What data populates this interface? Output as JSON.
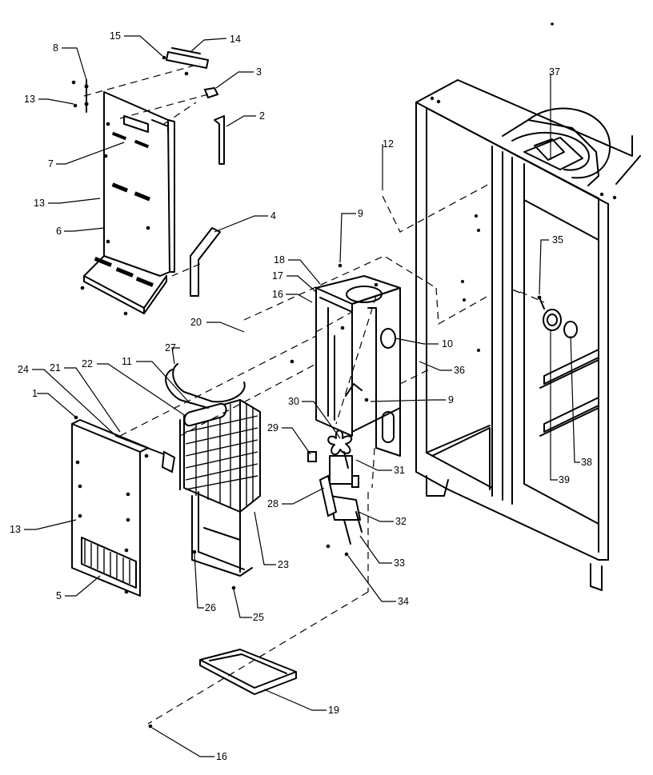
{
  "callouts": [
    {
      "label": "15"
    },
    {
      "label": "14"
    },
    {
      "label": "8"
    },
    {
      "label": "3"
    },
    {
      "label": "13"
    },
    {
      "label": "2"
    },
    {
      "label": "7"
    },
    {
      "label": "13"
    },
    {
      "label": "6"
    },
    {
      "label": "4"
    },
    {
      "label": "12"
    },
    {
      "label": "9"
    },
    {
      "label": "37"
    },
    {
      "label": "35"
    },
    {
      "label": "18"
    },
    {
      "label": "17"
    },
    {
      "label": "16"
    },
    {
      "label": "20"
    },
    {
      "label": "10"
    },
    {
      "label": "27"
    },
    {
      "label": "11"
    },
    {
      "label": "22"
    },
    {
      "label": "21"
    },
    {
      "label": "24"
    },
    {
      "label": "1"
    },
    {
      "label": "36"
    },
    {
      "label": "9"
    },
    {
      "label": "30"
    },
    {
      "label": "29"
    },
    {
      "label": "31"
    },
    {
      "label": "28"
    },
    {
      "label": "32"
    },
    {
      "label": "13"
    },
    {
      "label": "33"
    },
    {
      "label": "23"
    },
    {
      "label": "5"
    },
    {
      "label": "26"
    },
    {
      "label": "25"
    },
    {
      "label": "34"
    },
    {
      "label": "39"
    },
    {
      "label": "38"
    },
    {
      "label": "19"
    },
    {
      "label": "16"
    }
  ]
}
